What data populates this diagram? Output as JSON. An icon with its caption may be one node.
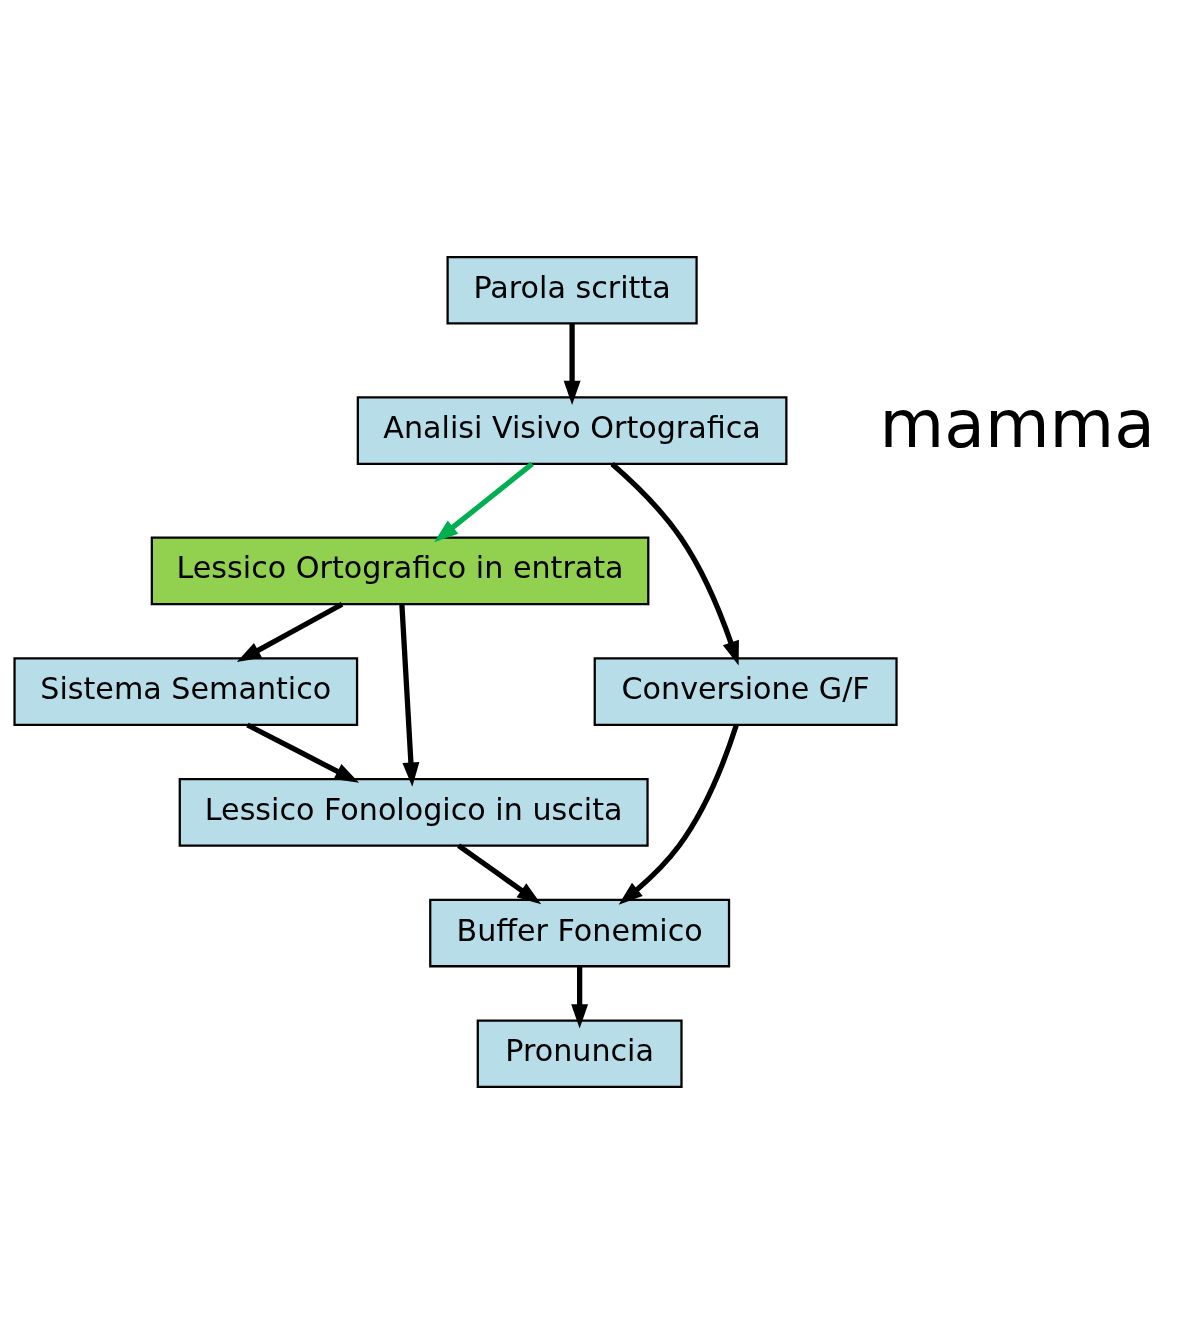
{
  "diagram": {
    "nodes": [
      {
        "text": [
          "Parola scritta"
        ]
      },
      {
        "text": [
          "Analisi Visivo Ortografica"
        ]
      },
      {
        "text": [
          "Lessico Ortografico in entrata"
        ]
      },
      {
        "text": [
          "Conversione G/F"
        ]
      },
      {
        "text": [
          "Sistema Semantico"
        ]
      },
      {
        "text": [
          "Lessico Fonologico in uscita"
        ]
      },
      {
        "text": [
          "Buffer Fonemico"
        ]
      },
      {
        "text": [
          "Pronuncia"
        ]
      }
    ],
    "edges": [
      {
        "from": 0,
        "to": 1,
        "arrow": "to"
      },
      {
        "from": 1,
        "to": 2,
        "arrow": "to",
        "color": "#00b050"
      },
      {
        "from": 1,
        "to": 3,
        "arrow": "to"
      },
      {
        "from": 2,
        "to": 4,
        "arrow": "to"
      },
      {
        "from": 2,
        "to": 5,
        "arrow": "to"
      },
      {
        "from": 4,
        "to": 5,
        "arrow": "to"
      },
      {
        "from": 3,
        "to": 6,
        "arrow": "to"
      },
      {
        "from": 5,
        "to": 6,
        "arrow": "to"
      },
      {
        "from": 6,
        "to": 7,
        "arrow": "to"
      }
    ],
    "labels": [
      "mamma"
    ]
  }
}
